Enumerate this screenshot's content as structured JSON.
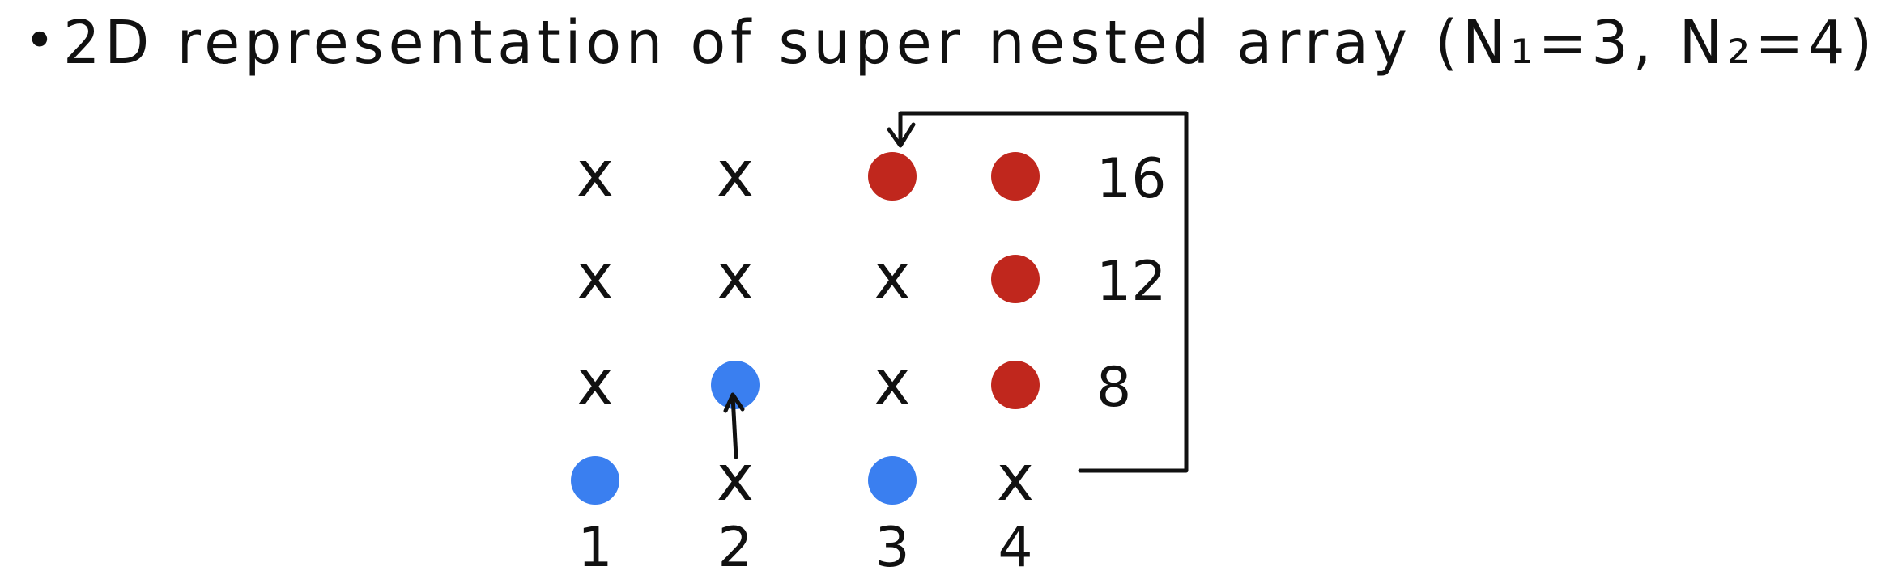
{
  "title": {
    "bullet": "•",
    "text": "2D representation of super nested array (N₁=3, N₂=4)"
  },
  "grid": {
    "rows": [
      [
        "x",
        "x",
        "red",
        "red"
      ],
      [
        "x",
        "x",
        "x",
        "red"
      ],
      [
        "x",
        "blue",
        "x",
        "red"
      ],
      [
        "blue",
        "x",
        "blue",
        "x"
      ]
    ],
    "row_labels": [
      "16",
      "12",
      "8",
      ""
    ],
    "column_labels": [
      "1",
      "2",
      "3",
      "4"
    ],
    "cross_glyph": "x"
  },
  "colors": {
    "ink": "#111111",
    "red_dot": "#c0271d",
    "blue_dot": "#3a7ff0",
    "background": "#ffffff"
  },
  "arrows": [
    {
      "name": "bracket-arrow",
      "from": "row 4 col 4",
      "to": "row 1 col 3"
    },
    {
      "name": "up-arrow",
      "from": "row 4 col 2",
      "to": "row 3 col 2"
    }
  ]
}
